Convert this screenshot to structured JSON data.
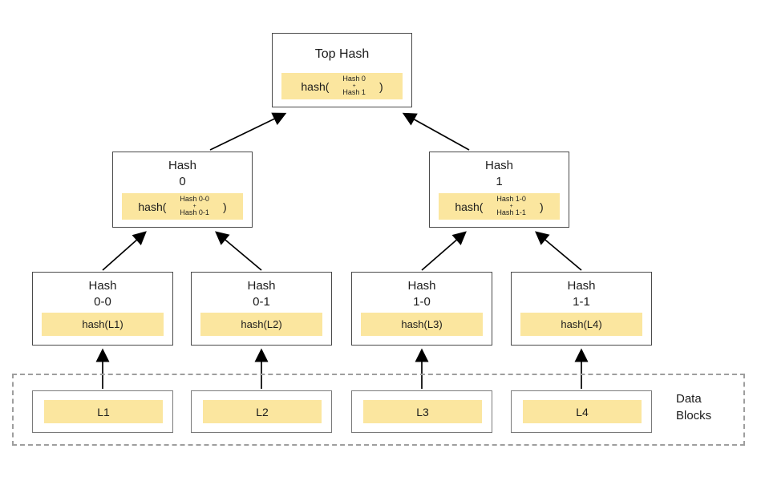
{
  "colors": {
    "highlight_fill": "#fbe69f",
    "box_border": "#4a4a4a",
    "data_box_border": "#7a7a7a",
    "dashed_border": "#9e9e9e",
    "arrow": "#000000",
    "text": "#1c1c1c"
  },
  "nodes": {
    "top": {
      "title": "Top Hash",
      "fn_open": "hash(",
      "arg_top": "Hash 0",
      "plus": "+",
      "arg_bottom": "Hash 1",
      "fn_close": ")"
    },
    "hash0": {
      "title_line1": "Hash",
      "title_line2": "0",
      "fn_open": "hash(",
      "arg_top": "Hash 0-0",
      "plus": "+",
      "arg_bottom": "Hash 0-1",
      "fn_close": ")"
    },
    "hash1": {
      "title_line1": "Hash",
      "title_line2": "1",
      "fn_open": "hash(",
      "arg_top": "Hash 1-0",
      "plus": "+",
      "arg_bottom": "Hash 1-1",
      "fn_close": ")"
    },
    "leaf00": {
      "title_line1": "Hash",
      "title_line2": "0-0",
      "hash_label": "hash(L1)"
    },
    "leaf01": {
      "title_line1": "Hash",
      "title_line2": "0-1",
      "hash_label": "hash(L2)"
    },
    "leaf10": {
      "title_line1": "Hash",
      "title_line2": "1-0",
      "hash_label": "hash(L3)"
    },
    "leaf11": {
      "title_line1": "Hash",
      "title_line2": "1-1",
      "hash_label": "hash(L4)"
    }
  },
  "data_blocks": {
    "label_line1": "Data",
    "label_line2": "Blocks",
    "blocks": [
      {
        "label": "L1"
      },
      {
        "label": "L2"
      },
      {
        "label": "L3"
      },
      {
        "label": "L4"
      }
    ]
  }
}
